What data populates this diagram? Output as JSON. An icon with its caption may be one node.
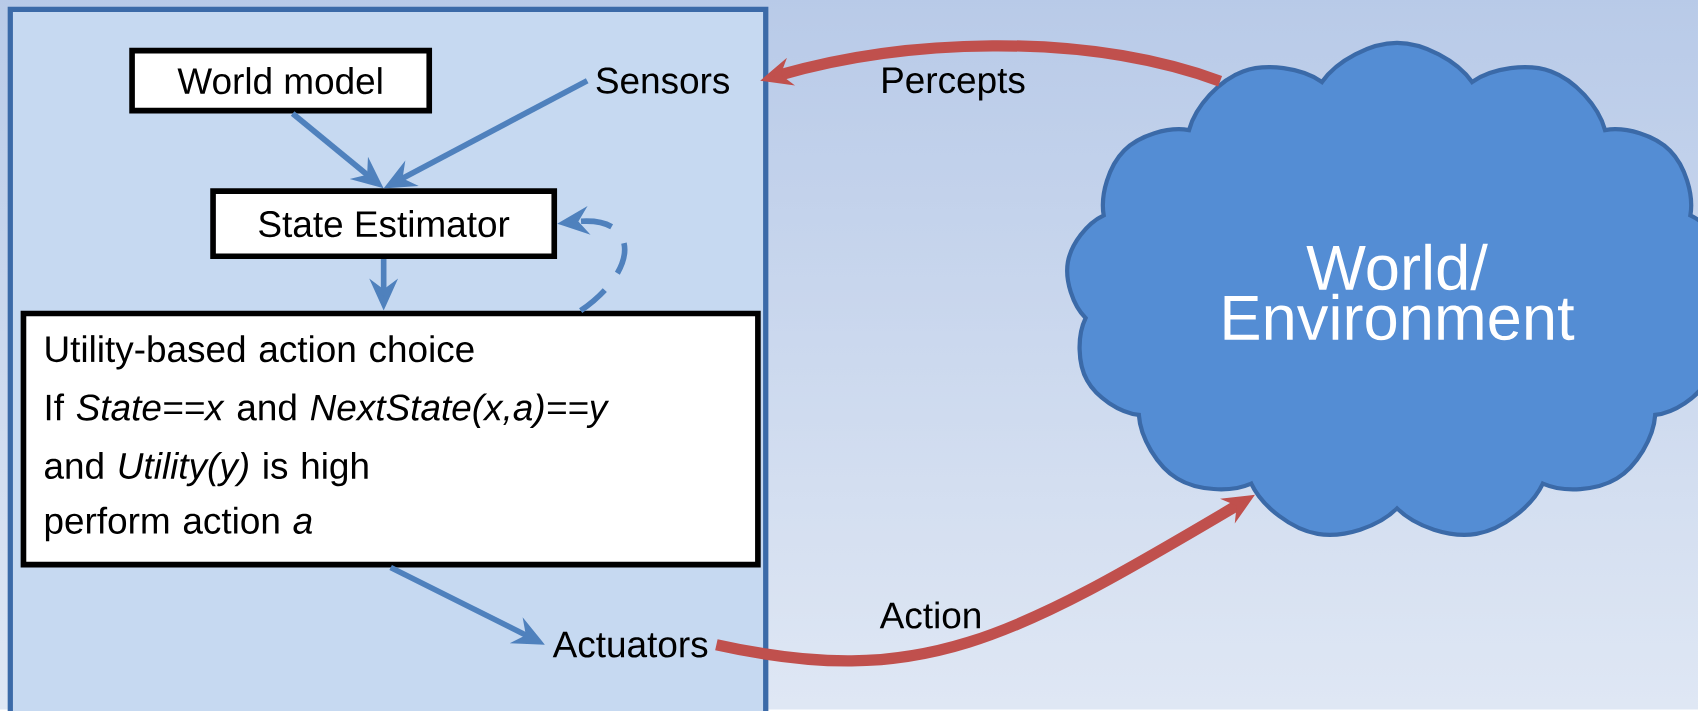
{
  "diagram": {
    "nodes": [
      {
        "text": [],
        "shape": "box"
      },
      {
        "text": [
          "World model"
        ],
        "in": 0
      },
      {
        "text": [
          "Sensors"
        ],
        "in": 0
      },
      {
        "text": [
          "State Estimator"
        ],
        "in": 0
      },
      {
        "text": [
          "Utility-based action choice",
          "If *State==x* and *NextState(x,a)==y*",
          "and *Utility(y)* is high",
          "perform action *a*"
        ],
        "in": 0
      },
      {
        "text": [
          "Actuators"
        ],
        "in": 0
      },
      {
        "text": [
          "World/ Environment"
        ]
      }
    ],
    "edges": [
      {
        "from": 1,
        "to": 3,
        "arrow": "to"
      },
      {
        "from": 2,
        "to": 3,
        "arrow": "to"
      },
      {
        "from": 3,
        "to": 4,
        "arrow": "to"
      },
      {
        "from": 4,
        "to": 3,
        "arrow": "to",
        "style": "dashed"
      },
      {
        "from": 4,
        "to": 5,
        "arrow": "to"
      },
      {
        "from": 6,
        "to": 2,
        "arrow": "to",
        "label": "Percepts",
        "style": "thick",
        "color": "#c0504d"
      },
      {
        "from": 5,
        "to": 6,
        "arrow": "to",
        "label": "Action",
        "style": "thick",
        "color": "#c0504d"
      }
    ]
  }
}
